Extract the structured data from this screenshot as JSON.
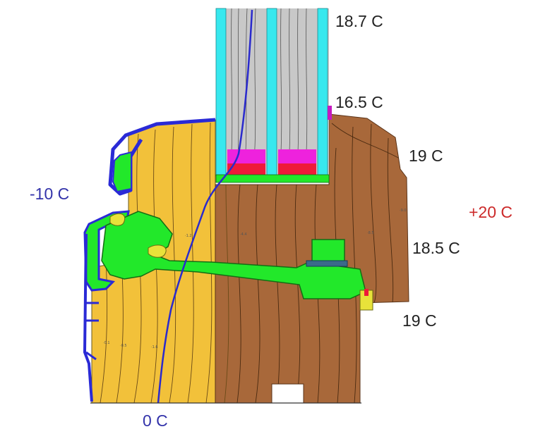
{
  "colors": {
    "wood_cold": "#f2c13a",
    "wood_warm": "#a8683a",
    "seal_green": "#22e82a",
    "glass_cyan": "#37e8ee",
    "glass_gap": "#c8c8c8",
    "spacer_magenta": "#ee22dd",
    "spacer_red": "#ee1a3a",
    "aluminium_blue": "#2a2ad6",
    "isotherm_blue": "#2a2acd",
    "cold_label": "#3333aa",
    "warm_label": "#cc2a2a",
    "neutral_label": "#222222"
  },
  "labels": {
    "glass_top": "18.7 C",
    "glass_edge": "16.5 C",
    "frame_top": "19 C",
    "outside_temp": "-10 C",
    "inside_temp": "+20 C",
    "frame_mid": "18.5 C",
    "frame_bottom": "19 C",
    "isotherm_zero": "0 C"
  }
}
